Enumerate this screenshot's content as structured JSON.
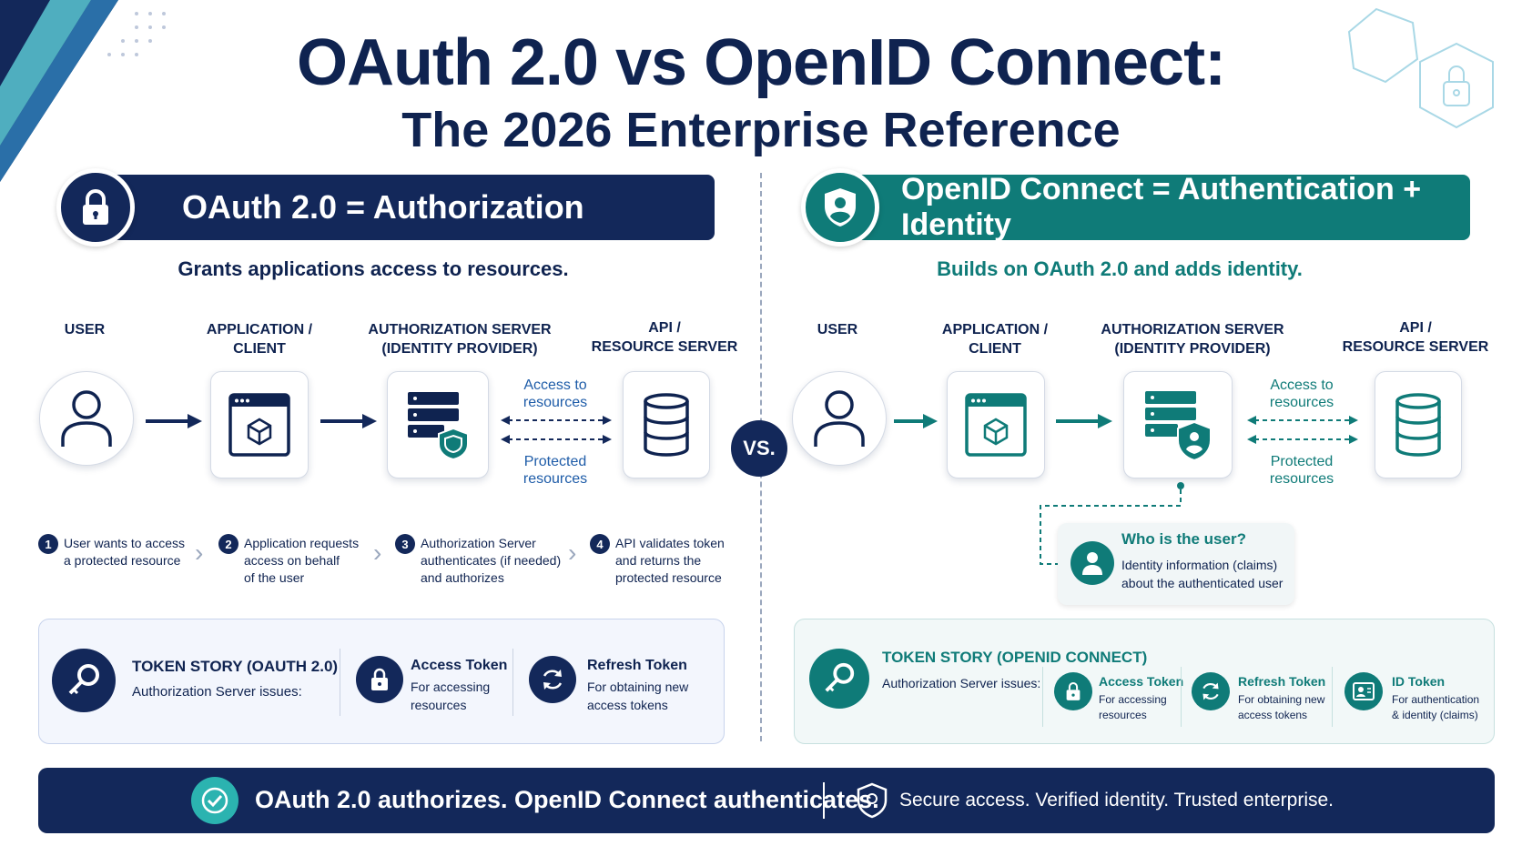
{
  "header": {
    "title": "OAuth 2.0 vs OpenID Connect:",
    "subtitle": "The 2026 Enterprise Reference"
  },
  "colors": {
    "navy": "#13285a",
    "teal": "#0f7b78",
    "text": "#0f2350"
  },
  "oauth": {
    "banner": "OAuth 2.0 = Authorization",
    "tagline": "Grants applications access to resources.",
    "columns": {
      "user": "USER",
      "app_1": "APPLICATION /",
      "app_2": "CLIENT",
      "auth_1": "AUTHORIZATION SERVER",
      "auth_2": "(IDENTITY PROVIDER)",
      "api_1": "API /",
      "api_2": "RESOURCE SERVER"
    },
    "access_1": "Access to",
    "access_2": "resources",
    "protected_1": "Protected",
    "protected_2": "resources",
    "steps": [
      {
        "num": "1",
        "l1": "User wants to access",
        "l2": "a protected resource",
        "l3": ""
      },
      {
        "num": "2",
        "l1": "Application requests",
        "l2": "access on behalf",
        "l3": "of the user"
      },
      {
        "num": "3",
        "l1": "Authorization Server",
        "l2": "authenticates (if needed)",
        "l3": "and authorizes"
      },
      {
        "num": "4",
        "l1": "API validates token",
        "l2": "and returns the",
        "l3": "protected resource"
      }
    ],
    "token": {
      "title": "TOKEN STORY (OAUTH 2.0)",
      "issuer": "Authorization Server issues:",
      "access_title": "Access Token",
      "access_1": "For accessing",
      "access_2": "resources",
      "refresh_title": "Refresh Token",
      "refresh_1": "For obtaining new",
      "refresh_2": "access tokens"
    }
  },
  "oidc": {
    "banner": "OpenID Connect = Authentication + Identity",
    "tagline": "Builds on OAuth 2.0 and adds identity.",
    "columns": {
      "user": "USER",
      "app_1": "APPLICATION /",
      "app_2": "CLIENT",
      "auth_1": "AUTHORIZATION SERVER",
      "auth_2": "(IDENTITY PROVIDER)",
      "api_1": "API /",
      "api_2": "RESOURCE SERVER"
    },
    "access_1": "Access to",
    "access_2": "resources",
    "protected_1": "Protected",
    "protected_2": "resources",
    "who": {
      "title": "Who is the user?",
      "line1": "Identity information (claims)",
      "line2": "about the authenticated user"
    },
    "token": {
      "title": "TOKEN STORY (OPENID CONNECT)",
      "issuer": "Authorization Server issues:",
      "access_title": "Access Token",
      "access_1": "For accessing",
      "access_2": "resources",
      "refresh_title": "Refresh Token",
      "refresh_1": "For obtaining new",
      "refresh_2": "access tokens",
      "id_title": "ID Token",
      "id_1": "For authentication",
      "id_2": "& identity (claims)"
    }
  },
  "vs": "VS.",
  "footer": {
    "main": "OAuth 2.0 authorizes. OpenID Connect authenticates.",
    "tagline": "Secure access. Verified identity. Trusted enterprise."
  }
}
